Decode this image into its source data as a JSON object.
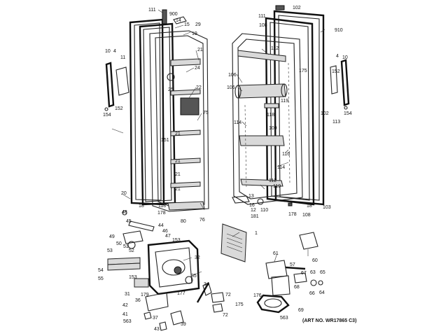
{
  "art_number": "(ART NO. WR17865 C3)",
  "labels": [
    "111",
    "900",
    "14",
    "15",
    "29",
    "19",
    "21",
    "24",
    "25",
    "22",
    "75",
    "21",
    "151",
    "21",
    "21",
    "21",
    "20",
    "18",
    "118",
    "178",
    "80",
    "76",
    "10",
    "4",
    "11",
    "152",
    "154",
    "111",
    "102",
    "108",
    "910",
    "112",
    "175",
    "106",
    "106",
    "119",
    "118",
    "114",
    "109",
    "116",
    "114",
    "112",
    "119",
    "13",
    "16",
    "12",
    "181",
    "110",
    "178",
    "108",
    "18",
    "103",
    "4",
    "10",
    "152",
    "102",
    "154",
    "113",
    "48",
    "45",
    "44",
    "46",
    "49",
    "50",
    "47",
    "153",
    "51",
    "52",
    "53",
    "32",
    "54",
    "153",
    "55",
    "35",
    "31",
    "34",
    "72",
    "36",
    "179",
    "177",
    "42",
    "175",
    "41",
    "72",
    "563",
    "37",
    "39",
    "43",
    "1",
    "61",
    "60",
    "57",
    "67",
    "63",
    "65",
    "68",
    "66",
    "64",
    "176",
    "69",
    "563"
  ]
}
